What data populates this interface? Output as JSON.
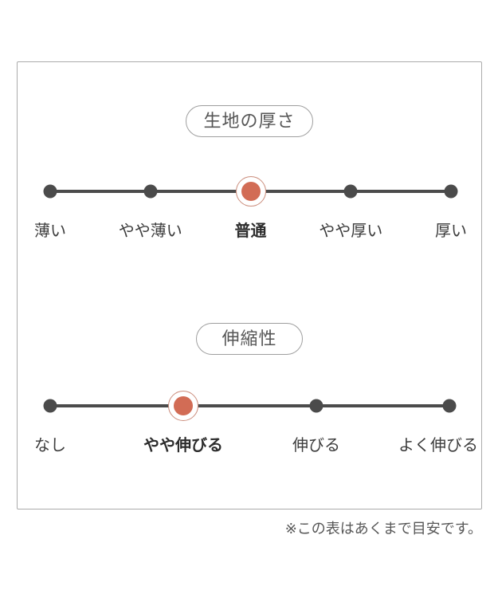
{
  "note": "※この表はあくまで目安です。",
  "colors": {
    "accent": "#d26c55",
    "accent_ring": "#cb8d7c",
    "track": "#4b4b4b",
    "label_text": "#3c3c3c",
    "pill_border": "#9e9e9e",
    "pill_text": "#565656",
    "box_border": "#ababab",
    "background": "#ffffff"
  },
  "chart_data": [
    {
      "type": "scale",
      "title": "生地の厚さ",
      "categories": [
        "薄い",
        "やや薄い",
        "普通",
        "やや厚い",
        "厚い"
      ],
      "selected_index": 2,
      "selected_label": "普通",
      "levels": 5
    },
    {
      "type": "scale",
      "title": "伸縮性",
      "categories": [
        "なし",
        "やや伸びる",
        "伸びる",
        "よく伸びる"
      ],
      "selected_index": 1,
      "selected_label": "やや伸びる",
      "levels": 4
    }
  ]
}
